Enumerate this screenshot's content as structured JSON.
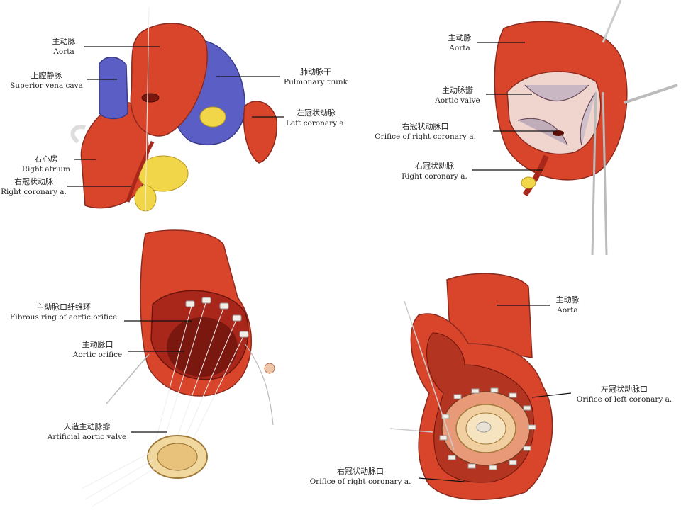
{
  "panels": [
    {
      "id": "panel-1",
      "labels": [
        {
          "zh": "主动脉",
          "en": "Aorta"
        },
        {
          "zh": "上腔静脉",
          "en": "Superior vena cava"
        },
        {
          "zh": "肺动脉干",
          "en": "Pulmonary trunk"
        },
        {
          "zh": "左冠状动脉",
          "en": "Left coronary a."
        },
        {
          "zh": "右心房",
          "en": "Right atrium"
        },
        {
          "zh": "右冠状动脉",
          "en": "Right coronary a."
        }
      ]
    },
    {
      "id": "panel-2",
      "labels": [
        {
          "zh": "主动脉",
          "en": "Aorta"
        },
        {
          "zh": "主动脉瓣",
          "en": "Aortic valve"
        },
        {
          "zh": "右冠状动脉口",
          "en": "Orifice of right coronary a."
        },
        {
          "zh": "右冠状动脉",
          "en": "Right coronary a."
        }
      ]
    },
    {
      "id": "panel-3",
      "labels": [
        {
          "zh": "主动脉口纤维环",
          "en": "Fibrous ring of aortic orifice"
        },
        {
          "zh": "主动脉口",
          "en": "Aortic orifice"
        },
        {
          "zh": "人造主动脉瓣",
          "en": "Artificial aortic valve"
        }
      ]
    },
    {
      "id": "panel-4",
      "labels": [
        {
          "zh": "主动脉",
          "en": "Aorta"
        },
        {
          "zh": "左冠状动脉口",
          "en": "Orifice of left coronary a."
        },
        {
          "zh": "右冠状动脉口",
          "en": "Orifice of right coronary a."
        }
      ]
    }
  ],
  "colors": {
    "aorta_red": "#d9452b",
    "dark_red": "#a8261a",
    "pulmonary_blue": "#5b5ec4",
    "fat_yellow": "#f2d64a",
    "tissue_pink": "#e98a70"
  }
}
